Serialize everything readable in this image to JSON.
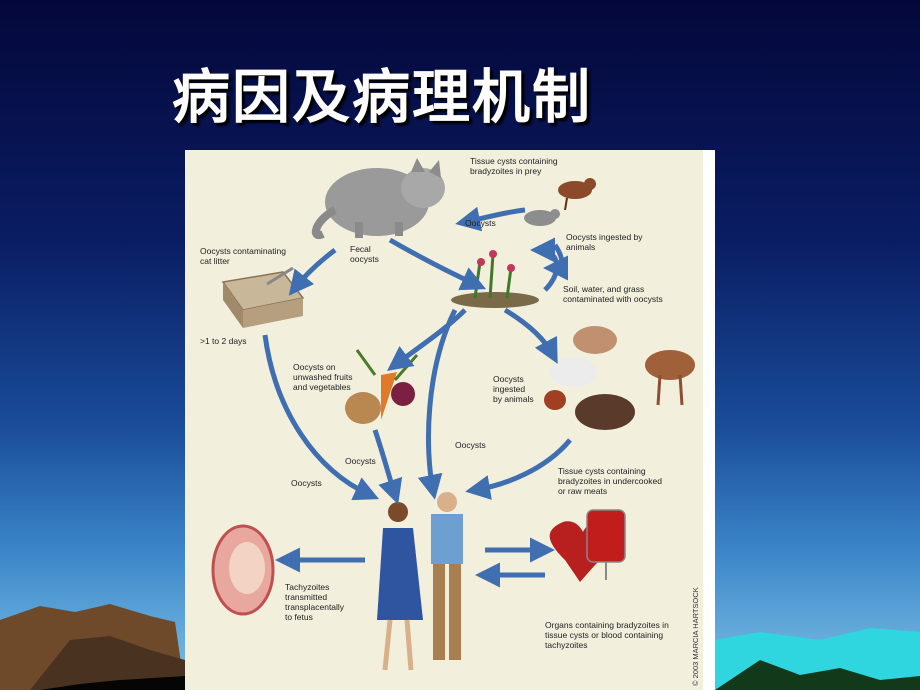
{
  "slide": {
    "title": "病因及病理机制"
  },
  "diagram": {
    "labels": {
      "tissue_cysts_prey": "Tissue cysts containing\nbradyzoites in prey",
      "oocysts_top": "Oocysts",
      "ingested_animals_top": "Oocysts ingested by\nanimals",
      "cat_litter": "Oocysts contaminating\ncat litter",
      "fecal_oocysts": "Fecal\noocysts",
      "soil": "Soil, water, and grass\ncontaminated with oocysts",
      "days": ">1 to 2 days",
      "fruits": "Oocysts on\nunwashed fruits\nand vegetables",
      "ingested_animals_mid": "Oocysts\ningested\nby animals",
      "oocysts_center": "Oocysts",
      "oocysts_mid": "Oocysts",
      "oocysts_left": "Oocysts",
      "undercooked": "Tissue cysts containing\nbradyzoites in undercooked\nor raw meats",
      "tachyzoites": "Tachyzoites\ntransmitted\ntransplacentally\nto fetus",
      "organs": "Organs containing bradyzoites in\ntissue cysts or blood containing\ntachyzoites",
      "credit": "© 2003 MARCIA HARTSOCK"
    }
  }
}
